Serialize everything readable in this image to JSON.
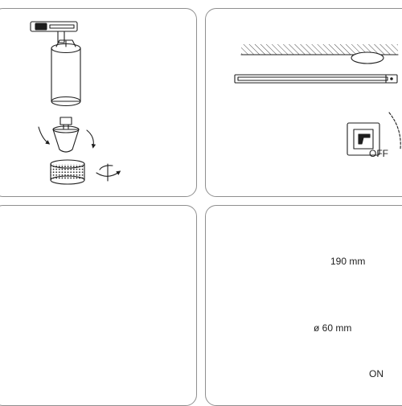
{
  "steps": [
    {
      "id": "insert-lamp-and-ring"
    },
    {
      "id": "switch-off-power"
    },
    {
      "id": "mount-track-and-light"
    },
    {
      "id": "switch-on-power"
    }
  ],
  "labels": {
    "switch_off": "OFF",
    "switch_on": "ON",
    "height": "190 mm",
    "diameter": "ø 60 mm"
  },
  "colors": {
    "line": "#1e1e1e",
    "panel_border": "#8f8f8f",
    "background": "#ffffff"
  },
  "icons": [
    "rotate-arrow-icon",
    "screw-icon",
    "dowel-icon",
    "wall-switch-icon",
    "hatch-ceiling-icon"
  ]
}
